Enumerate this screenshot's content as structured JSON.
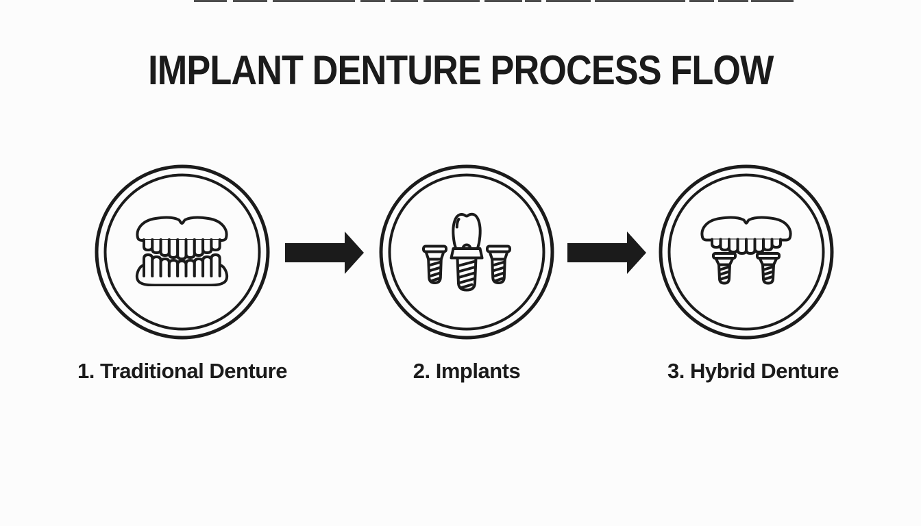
{
  "title": "IMPLANT DENTURE PROCESS FLOW",
  "flow": {
    "steps": [
      {
        "label": "1. Traditional Denture",
        "icon": "traditional-denture-icon"
      },
      {
        "label": "2. Implants",
        "icon": "implants-icon"
      },
      {
        "label": "3. Hybrid Denture",
        "icon": "hybrid-denture-icon"
      }
    ],
    "connector_icon": "right-arrow-icon"
  },
  "colors": {
    "ink": "#1b1b1b",
    "background": "#fcfcfc"
  }
}
